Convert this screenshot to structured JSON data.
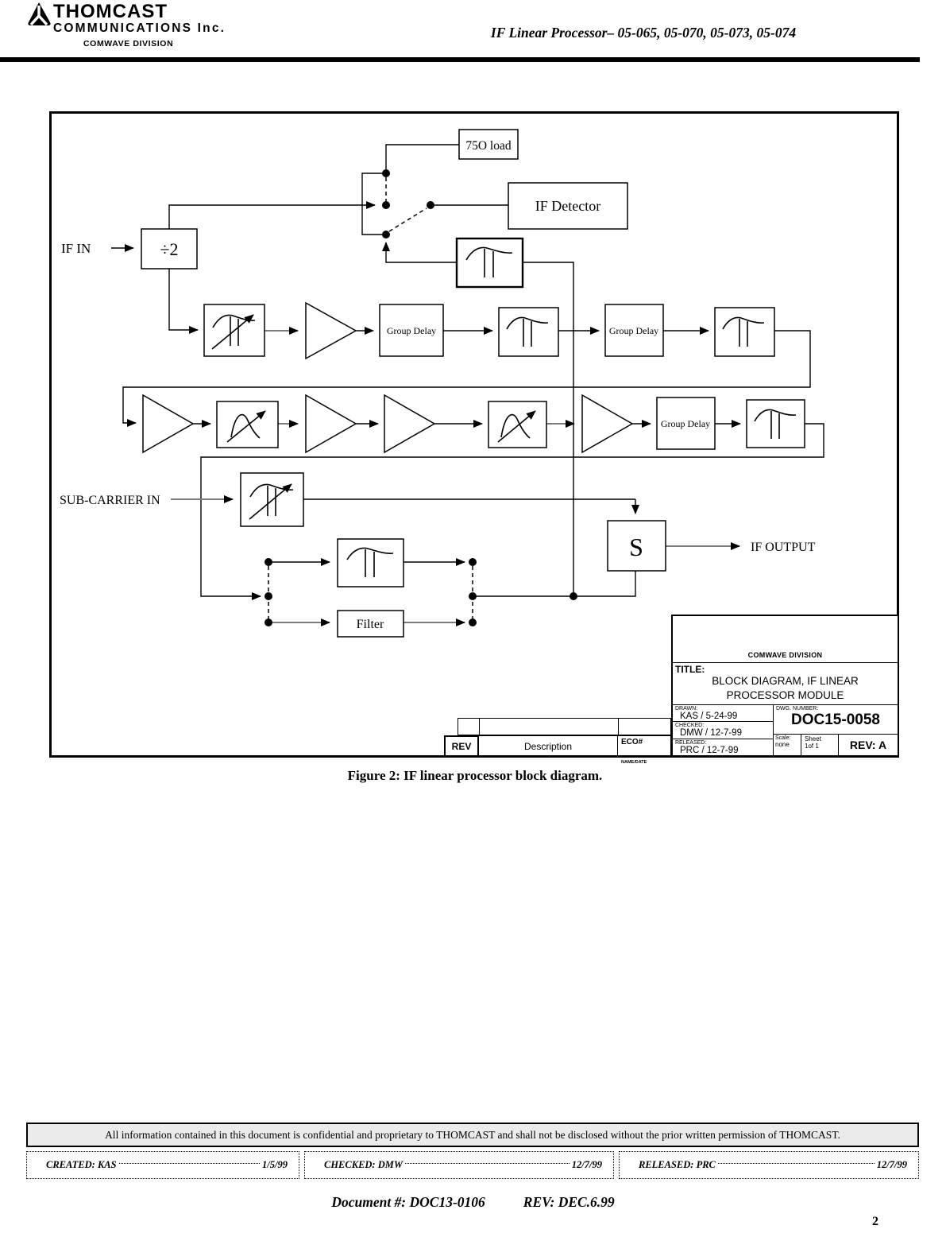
{
  "header": {
    "brand": "THOMCAST",
    "brand_sub": "COMMUNICATIONS Inc.",
    "brand_division": "COMWAVE DIVISION",
    "doc_title": "IF Linear Processor– 05-065, 05-070, 05-073, 05-074"
  },
  "diagram": {
    "labels": {
      "load": "75O load",
      "if_detector": "IF Detector",
      "if_in": "IF IN",
      "divide_by_2": "÷2",
      "group_delay": "Group Delay",
      "sub_carrier_in": "SUB-CARRIER IN",
      "filter": "Filter",
      "summer": "S",
      "if_output": "IF OUTPUT"
    },
    "title_block": {
      "division": "COMWAVE DIVISION",
      "title_label": "TITLE:",
      "title_line1": "BLOCK DIAGRAM, IF LINEAR",
      "title_line2": "PROCESSOR MODULE",
      "drawn_label": "DRAWN:",
      "drawn_value": "KAS / 5-24-99",
      "checked_label": "CHECKED:",
      "checked_value": "DMW / 12-7-99",
      "released_label": "RELEASED:",
      "released_value": "PRC / 12-7-99",
      "dwg_number_label": "DWG. NUMBER:",
      "dwg_number": "DOC15-0058",
      "scale_label": "Scale:",
      "scale_value": "none",
      "sheet_label": "Sheet",
      "sheet_value": "1of 1",
      "rev": "REV: A"
    },
    "rev_strip": {
      "rev": "REV",
      "description": "Description",
      "eco": "ECO#",
      "name_date": "NAME/DATE"
    }
  },
  "caption": "Figure 2: IF linear processor block diagram.",
  "footer": {
    "confidentiality": "All information contained in this document is confidential and proprietary to THOMCAST and shall not be disclosed without the prior written permission of THOMCAST.",
    "created_label": "CREATED: KAS",
    "created_date": "1/5/99",
    "checked_label": "CHECKED: DMW",
    "checked_date": "12/7/99",
    "released_label": "RELEASED: PRC",
    "released_date": "12/7/99",
    "document_number": "Document #: DOC13-0106",
    "document_rev": "REV: DEC.6.99",
    "page_number": "2"
  }
}
